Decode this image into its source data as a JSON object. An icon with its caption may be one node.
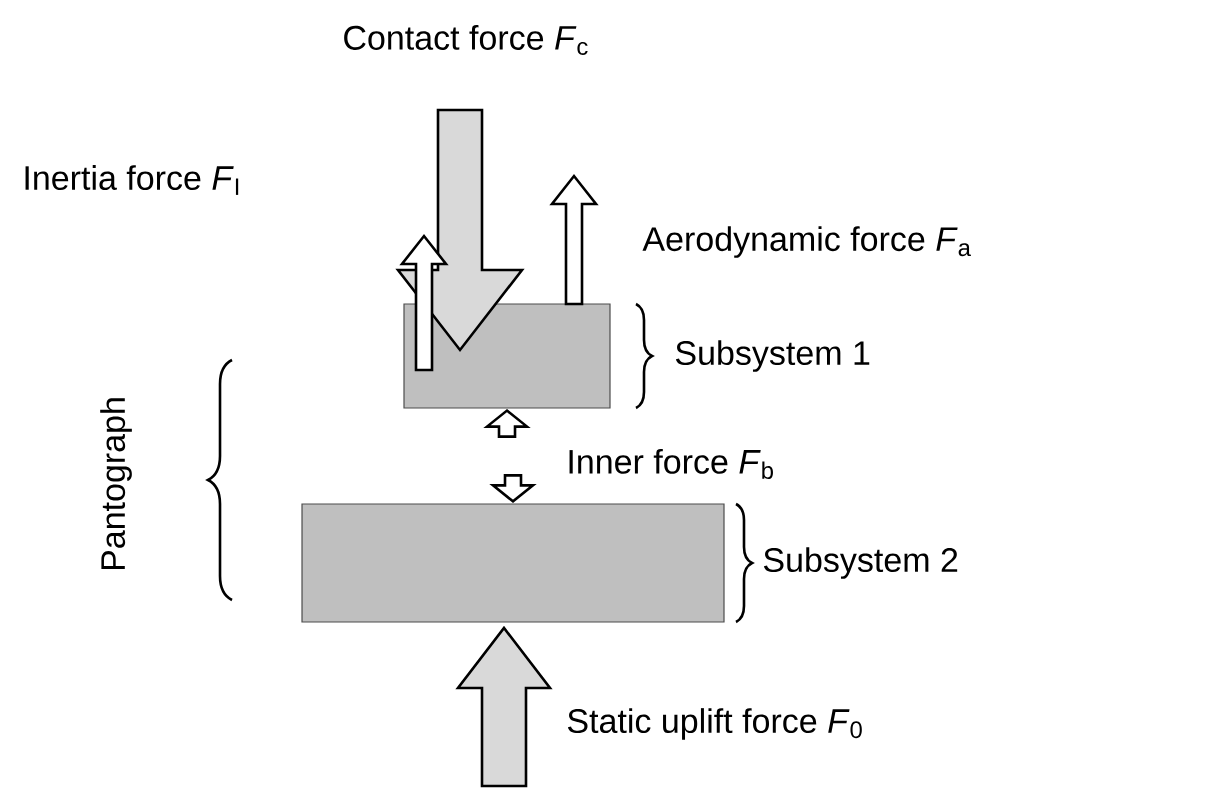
{
  "diagram": {
    "nodes": [
      {
        "text": [],
        "shape": "box",
        "beside": [
          "Subsystem 1"
        ]
      },
      {
        "text": [],
        "shape": "box",
        "beside": [
          "Subsystem 2"
        ]
      }
    ],
    "edges": [
      {
        "from": 1,
        "to": 0,
        "arrow": "to"
      },
      {
        "from": 0,
        "to": 1,
        "arrow": "to"
      }
    ],
    "labels": [
      "Contact force *F*$_{c}$",
      "Inertia force *F*$_{I}$",
      "Aerodynamic force *F*$_{a}$",
      "Inner force *F*$_{b}$",
      "Static uplift force *F*$_{0}$",
      "Pantograph"
    ]
  }
}
